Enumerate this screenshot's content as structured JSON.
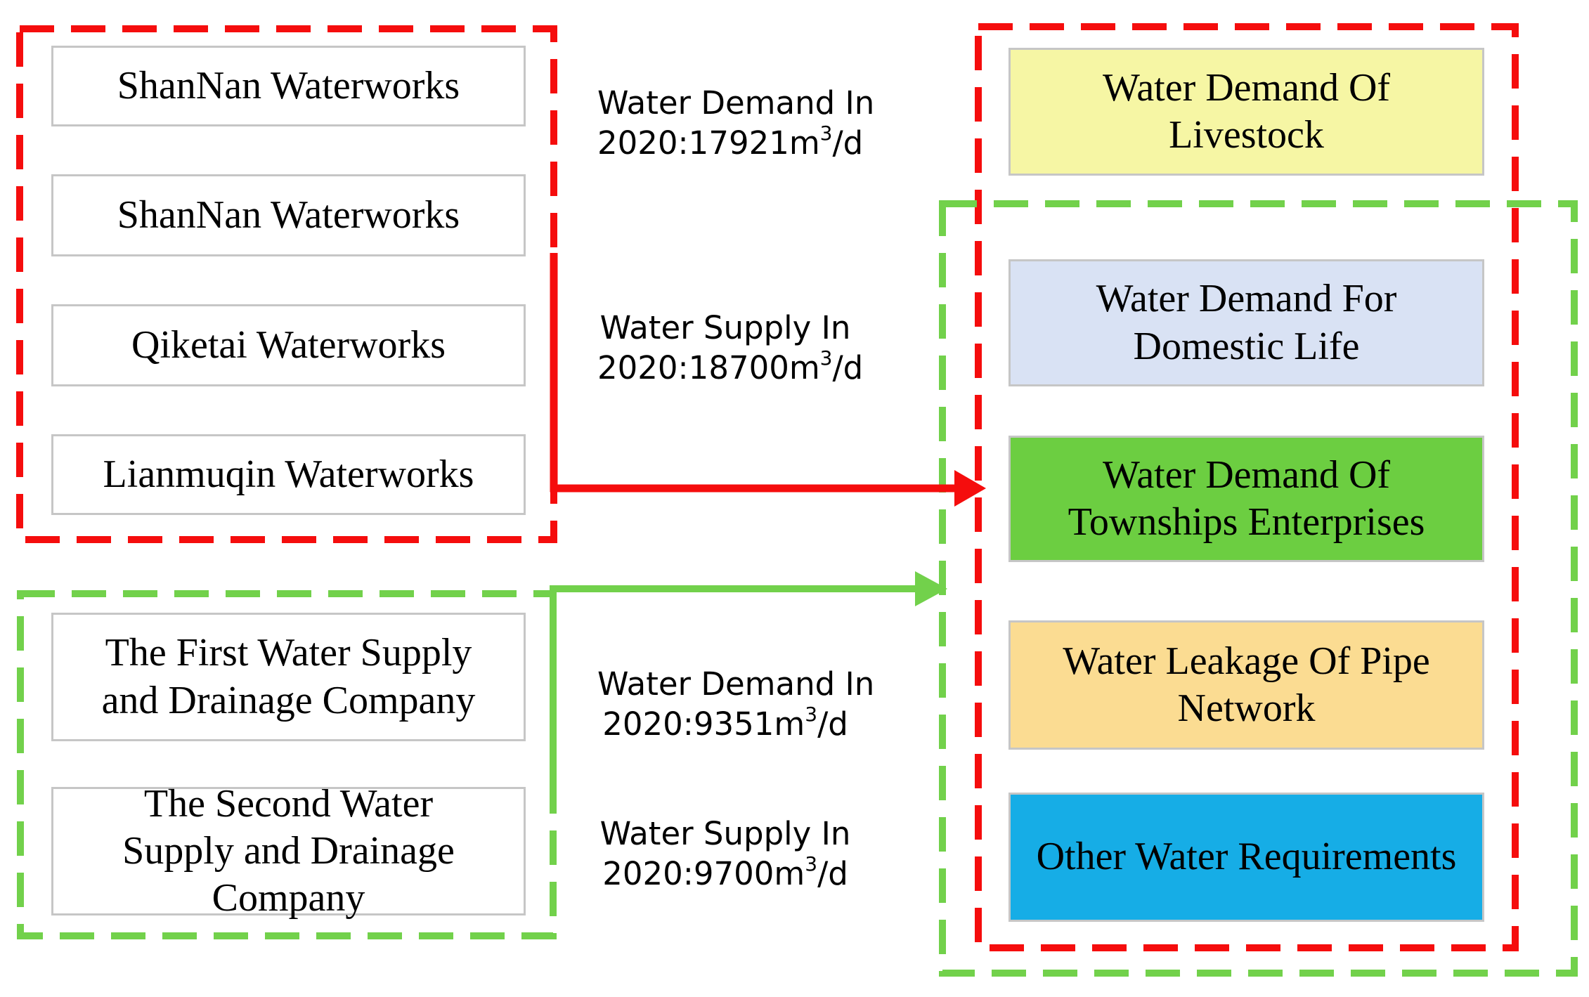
{
  "diagram": {
    "left_red_group": {
      "boxes": [
        {
          "label": "ShanNan Waterworks"
        },
        {
          "label": "ShanNan Waterworks"
        },
        {
          "label": "Qiketai Waterworks"
        },
        {
          "label": "Lianmuqin Waterworks"
        }
      ]
    },
    "left_green_group": {
      "boxes": [
        {
          "label": "The First Water Supply and Drainage Company"
        },
        {
          "label": "The Second Water Supply and Drainage Company"
        }
      ]
    },
    "flow_labels": [
      {
        "line1": "Water Demand In",
        "value": "2020:17921m",
        "exponent": "3",
        "unit": "/d"
      },
      {
        "line1": "Water Supply In",
        "value": "2020:18700m",
        "exponent": "3",
        "unit": "/d"
      },
      {
        "line1": "Water Demand In",
        "value": "2020:9351m",
        "exponent": "3",
        "unit": "/d"
      },
      {
        "line1": "Water Supply In",
        "value": "2020:9700m",
        "exponent": "3",
        "unit": "/d"
      }
    ],
    "right_boxes": [
      {
        "label": "Water Demand Of Livestock",
        "color": "#f6f6a4"
      },
      {
        "label": "Water Demand For Domestic Life",
        "color": "#d9e2f4"
      },
      {
        "label": "Water Demand Of Townships Enterprises",
        "color": "#6cce41"
      },
      {
        "label": "Water Leakage Of Pipe Network",
        "color": "#fbdc92"
      },
      {
        "label": "Other Water Requirements",
        "color": "#16ade6"
      }
    ],
    "colors": {
      "red_accent": "#f50d0d",
      "green_accent": "#72d14b"
    }
  }
}
